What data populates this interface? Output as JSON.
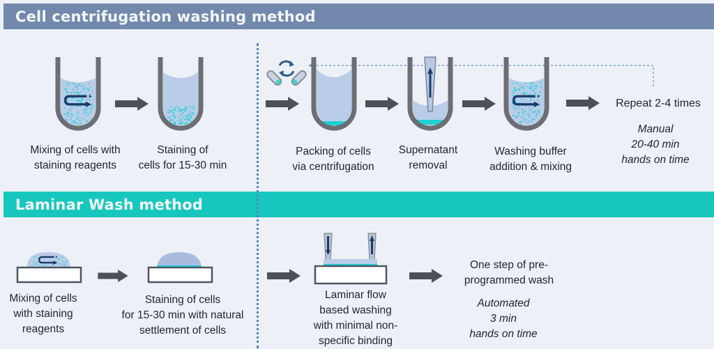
{
  "colors": {
    "banner_top": "#7289ad",
    "banner_bottom": "#17c7bd",
    "tube": "#6b6e73",
    "liquid": "#b9cde9",
    "cells": "#1fd0d6",
    "mix_arrow": "#1c3a6b",
    "flow_arrow": "#4c5157",
    "divider": "#5584c4"
  },
  "centrifugation": {
    "title": "Cell centrifugation washing method",
    "steps": [
      {
        "label_line1": "Mixing of cells with",
        "label_line2": "staining reagents",
        "icon": "tube-mixing-icon"
      },
      {
        "label_line1": "Staining of",
        "label_line2": "cells for 15-30 min",
        "icon": "tube-settled-icon"
      },
      {
        "label_line1": "Packing  of cells",
        "label_line2": "via centrifugation",
        "icon": "tube-pellet-icon"
      },
      {
        "label_line1": "Supernatant",
        "label_line2": "removal",
        "icon": "tube-pipette-icon"
      },
      {
        "label_line1": "Washing buffer",
        "label_line2": "addition & mixing",
        "icon": "tube-mixing-icon"
      }
    ],
    "centrifuge_icon": "centrifuge-icon",
    "repeat_label": "Repeat 2-4 times",
    "summary": [
      "Manual",
      "20-40 min",
      "hands on time"
    ]
  },
  "laminar": {
    "title": "Laminar Wash method",
    "steps": [
      {
        "lines": [
          "Mixing of cells",
          "with staining",
          "reagents"
        ],
        "icon": "slide-mixing-icon"
      },
      {
        "lines": [
          "Staining of cells",
          "for 15-30 min with natural",
          "settlement of cells"
        ],
        "icon": "slide-settled-icon"
      },
      {
        "lines": [
          "Laminar flow",
          "based washing",
          "with minimal non-",
          "specific binding"
        ],
        "icon": "laminar-flow-icon"
      }
    ],
    "result_lines": [
      "One step of pre-",
      "programmed wash"
    ],
    "summary": [
      "Automated",
      "3 min",
      "hands on time"
    ]
  }
}
